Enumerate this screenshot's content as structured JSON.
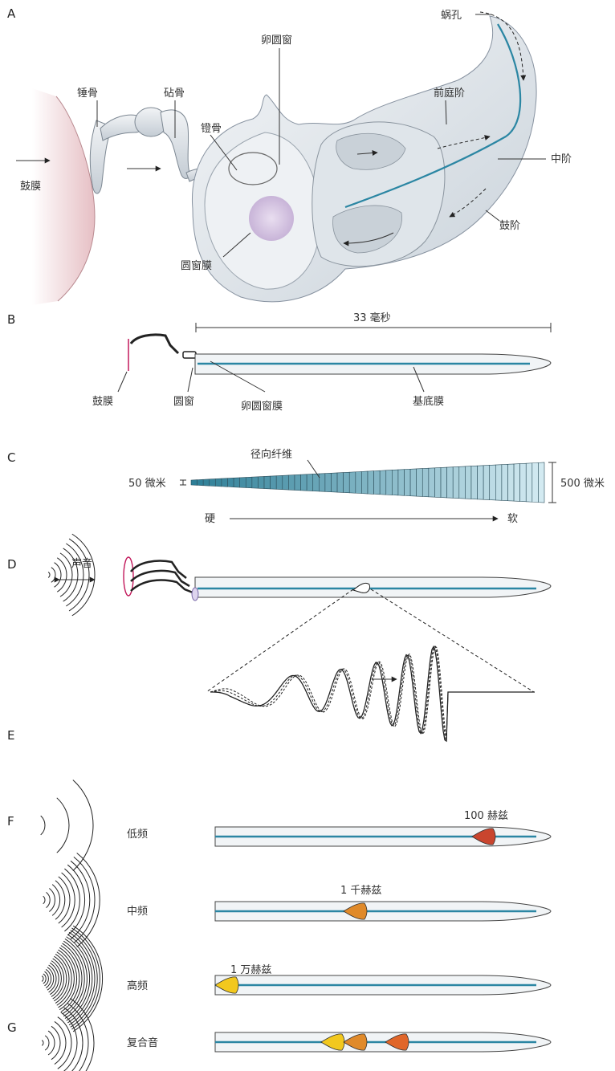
{
  "panels": [
    "A",
    "B",
    "C",
    "D",
    "E",
    "F",
    "G"
  ],
  "a": {
    "helicotrema": "蜗孔",
    "malleus": "锤骨",
    "incus": "砧骨",
    "oval_window": "卵圆窗",
    "stapes": "镫骨",
    "scala_vestibuli": "前庭阶",
    "eardrum": "鼓膜",
    "scala_media": "中阶",
    "scala_tympani": "鼓阶",
    "round_window_membrane": "圆窗膜"
  },
  "b": {
    "duration": "33 毫秒",
    "eardrum": "鼓膜",
    "round_window": "圆窗",
    "oval_window_membrane": "卵圆窗膜",
    "basilar_membrane": "基底膜"
  },
  "c": {
    "radial_fibers": "径向纤维",
    "narrow_width": "50 微米",
    "wide_width": "500 微米",
    "stiff": "硬",
    "soft": "软"
  },
  "d": {
    "sound": "声音"
  },
  "f": {
    "rows": [
      {
        "label": "低频",
        "freq": "100 赫兹",
        "position": 0.82,
        "color": "#c9452e"
      },
      {
        "label": "中频",
        "freq": "1 千赫兹",
        "position": 0.42,
        "color": "#e08a2a"
      },
      {
        "label": "高频",
        "freq": "1 万赫兹",
        "position": 0.02,
        "color": "#f2c81e"
      }
    ]
  },
  "g": {
    "label": "复合音",
    "peaks": [
      {
        "position": 0.35,
        "color": "#f2c81e"
      },
      {
        "position": 0.42,
        "color": "#e08a2a"
      },
      {
        "position": 0.55,
        "color": "#e0662a"
      }
    ]
  },
  "colors": {
    "basilar": "#2b86a3",
    "eardrum": "#c2185b",
    "fiber_dark": "#2e7f97",
    "fiber_light": "#d6ecf3"
  }
}
